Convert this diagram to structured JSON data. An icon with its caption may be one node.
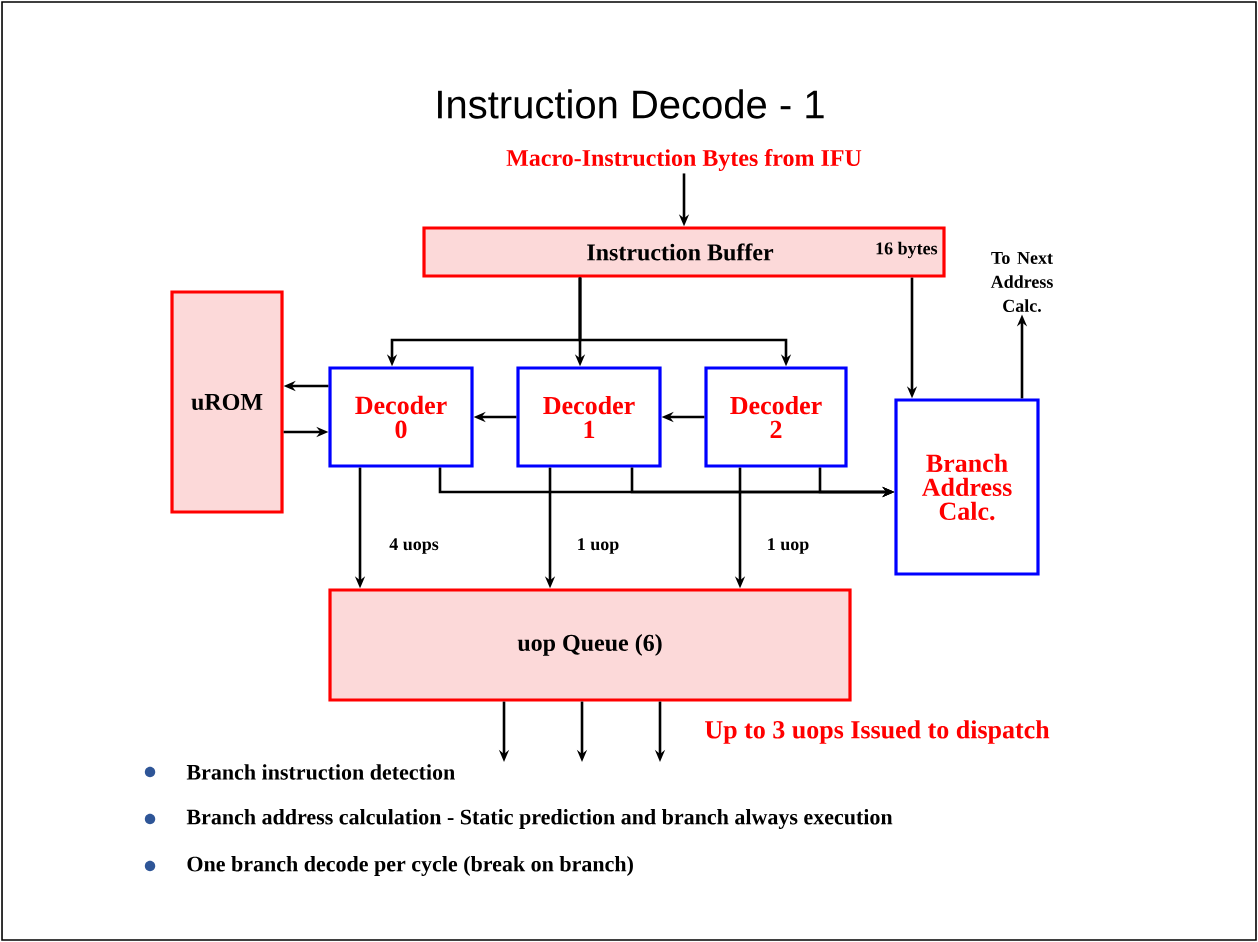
{
  "diagram": {
    "title": "Instruction Decode - 1",
    "nodes": [
      {
        "text": [
          "Macro-Instruction Bytes from IFU"
        ]
      },
      {
        "text": [
          "Instruction Buffer",
          "16 bytes"
        ]
      },
      {
        "text": [
          "uROM"
        ]
      },
      {
        "text": [
          "Decoder 0"
        ]
      },
      {
        "text": [
          "Decoder 1"
        ]
      },
      {
        "text": [
          "Decoder 2"
        ]
      },
      {
        "text": [
          "Branch Address Calc."
        ]
      },
      {
        "text": [
          "To Next Address Calc."
        ]
      },
      {
        "text": [
          "uop Queue (6)"
        ]
      }
    ],
    "edges": [
      {
        "from": 0,
        "to": 1,
        "arrow": "to"
      },
      {
        "from": 1,
        "to": 3,
        "arrow": "to"
      },
      {
        "from": 1,
        "to": 4,
        "arrow": "to"
      },
      {
        "from": 1,
        "to": 5,
        "arrow": "to"
      },
      {
        "from": 1,
        "to": 6,
        "arrow": "to"
      },
      {
        "from": 3,
        "to": 2,
        "arrow": "to"
      },
      {
        "from": 2,
        "to": 3,
        "arrow": "to"
      },
      {
        "from": 4,
        "to": 3,
        "arrow": "to"
      },
      {
        "from": 5,
        "to": 4,
        "arrow": "to"
      },
      {
        "from": 3,
        "to": 6,
        "arrow": "to"
      },
      {
        "from": 4,
        "to": 6,
        "arrow": "to"
      },
      {
        "from": 5,
        "to": 6,
        "arrow": "to"
      },
      {
        "from": 6,
        "to": 7,
        "arrow": "to"
      },
      {
        "from": 3,
        "to": 8,
        "arrow": "to",
        "label": "4 uops"
      },
      {
        "from": 4,
        "to": 8,
        "arrow": "to",
        "label": "1 uop"
      },
      {
        "from": 5,
        "to": 8,
        "arrow": "to",
        "label": "1 uop"
      },
      {
        "from": 8,
        "to": null,
        "arrow": "to"
      },
      {
        "from": 8,
        "to": null,
        "arrow": "to"
      },
      {
        "from": 8,
        "to": null,
        "arrow": "to"
      }
    ],
    "labels": [
      "Up to 3 uops Issued to dispatch",
      "Branch instruction detection",
      "Branch address calculation - Static prediction and branch always execution",
      "One branch decode per cycle (break on branch)"
    ]
  }
}
